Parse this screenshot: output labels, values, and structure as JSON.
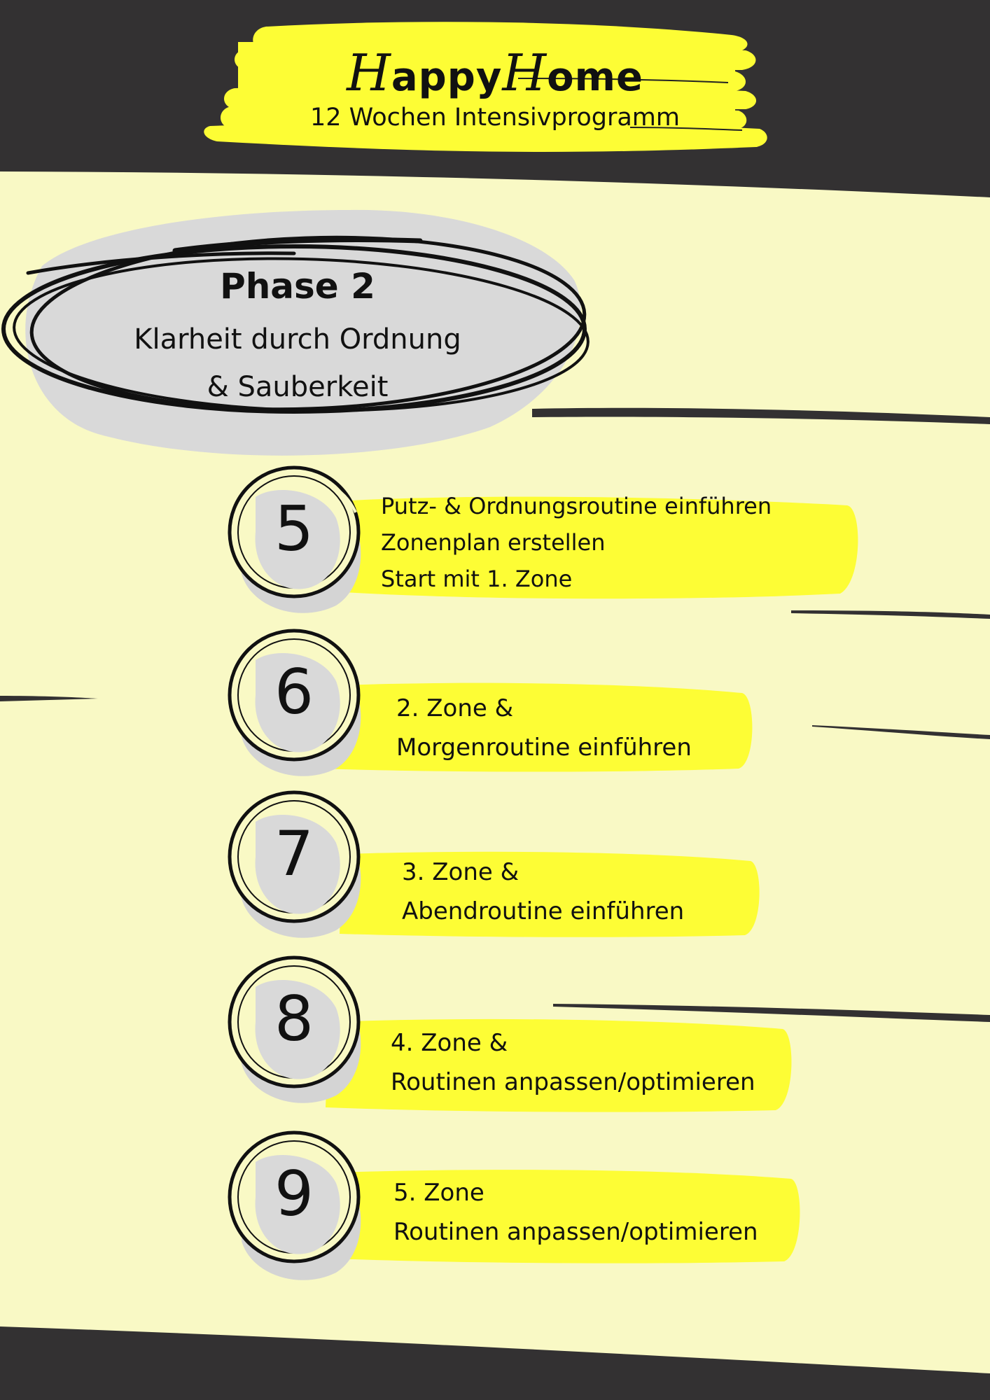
{
  "header": {
    "brand_script_1": "H",
    "brand_text_1": "appy",
    "brand_script_2": "H",
    "brand_text_2": "ome",
    "subtitle": "12 Wochen Intensivprogramm"
  },
  "phase": {
    "title": "Phase 2",
    "subtitle_line1": "Klarheit durch Ordnung",
    "subtitle_line2": "& Sauberkeit"
  },
  "steps": [
    {
      "number": "5",
      "lines": [
        "Putz- & Ordnungsroutine einführen",
        "Zonenplan erstellen",
        "Start mit 1. Zone"
      ]
    },
    {
      "number": "6",
      "lines": [
        "2. Zone &",
        "Morgenroutine einführen"
      ]
    },
    {
      "number": "7",
      "lines": [
        "3. Zone &",
        "Abendroutine einführen"
      ]
    },
    {
      "number": "8",
      "lines": [
        "4. Zone &",
        "Routinen anpassen/optimieren"
      ]
    },
    {
      "number": "9",
      "lines": [
        "5. Zone",
        "Routinen anpassen/optimieren"
      ]
    }
  ],
  "colors": {
    "background": "#f9f9c5",
    "dark": "#333132",
    "highlight": "#fdfd35",
    "grey": "#d9d9d9",
    "ink": "#111111"
  }
}
